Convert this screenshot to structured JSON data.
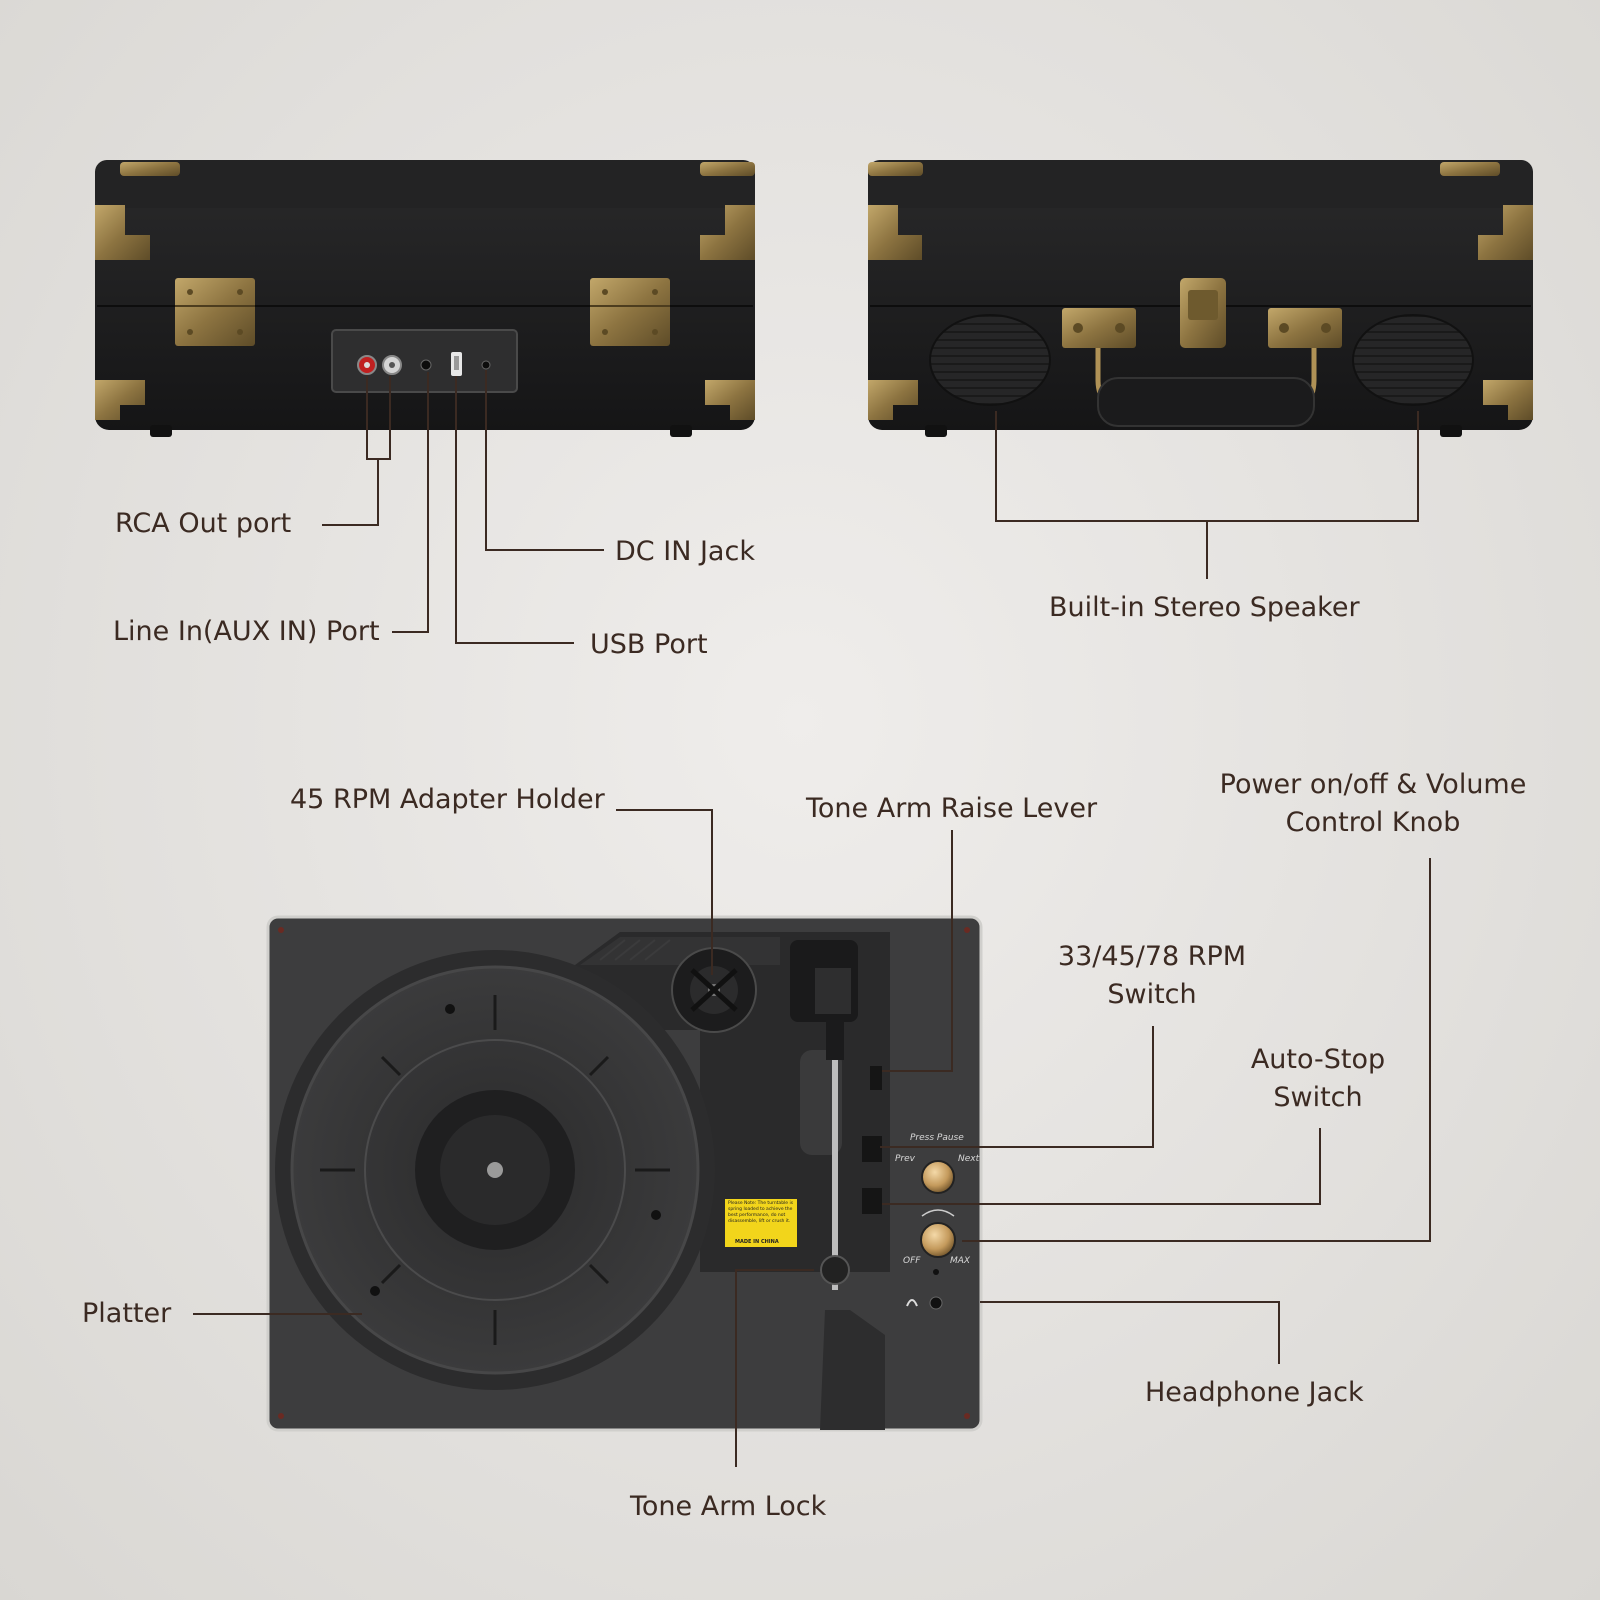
{
  "labels": {
    "rca_out": "RCA Out port",
    "dc_in": "DC IN Jack",
    "line_in": "Line In(AUX IN) Port",
    "usb": "USB Port",
    "speaker": "Built-in Stereo Speaker",
    "adapter_holder": "45 RPM Adapter Holder",
    "raise_lever": "Tone Arm Raise Lever",
    "power_volume_line1": "Power on/off & Volume",
    "power_volume_line2": "Control Knob",
    "rpm_line1": "33/45/78 RPM",
    "rpm_line2": "Switch",
    "autostop_line1": "Auto-Stop",
    "autostop_line2": "Switch",
    "platter": "Platter",
    "headphone": "Headphone Jack",
    "arm_lock": "Tone Arm Lock"
  },
  "panel_text": {
    "press_pause": "Press Pause",
    "prev": "Prev",
    "next": "Next",
    "off": "OFF",
    "max": "MAX"
  },
  "warning_sticker": {
    "text": "Please Note: The turntable is spring loaded to achieve the best performance, do not disassemble, lift or crush it.",
    "made_in": "MADE IN CHINA"
  },
  "colors": {
    "background": "#e3e1de",
    "case": "#1c1c1d",
    "brass": "#a08a55",
    "leader_line": "#3b2a22",
    "label_text": "#3b2a22",
    "sticker": "#f2d51b"
  }
}
